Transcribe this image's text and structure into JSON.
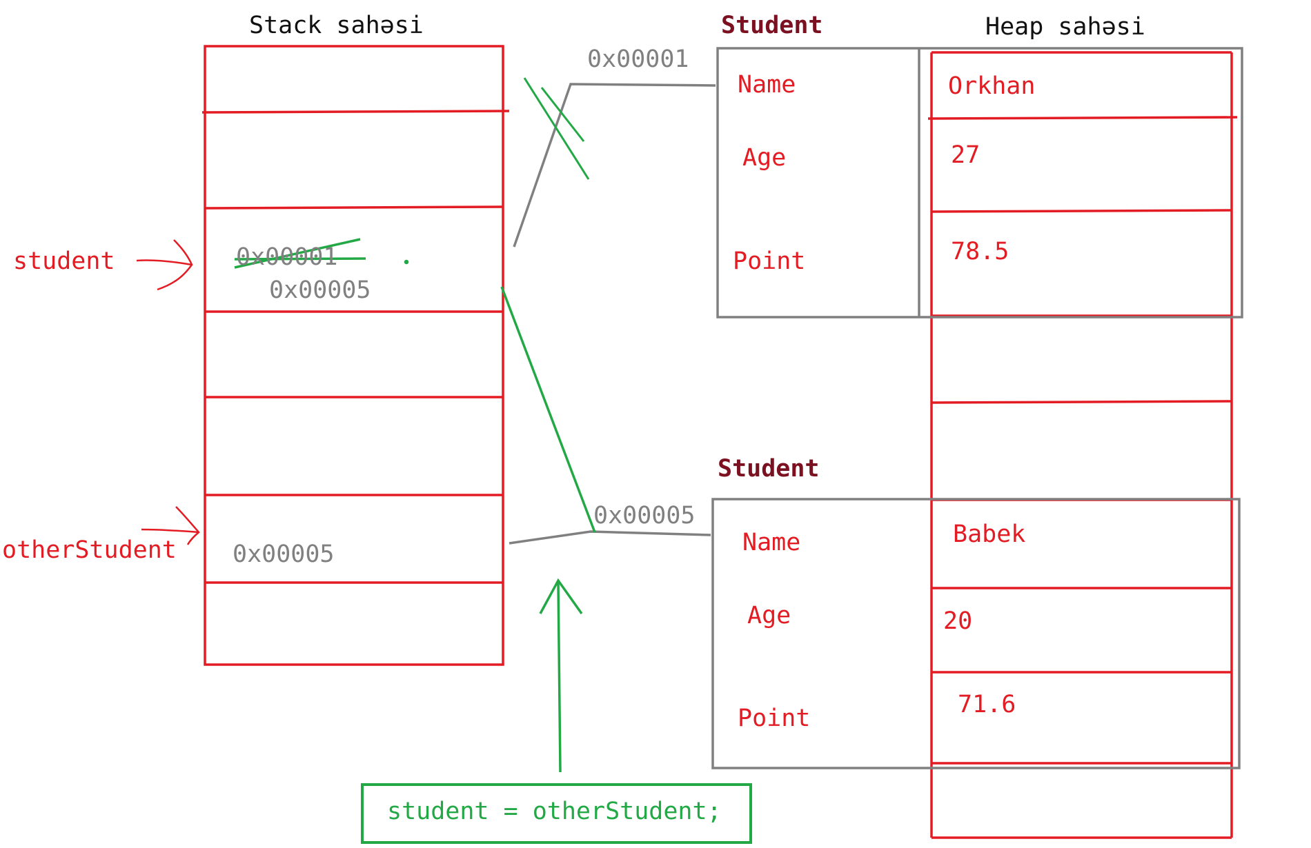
{
  "stack": {
    "title": "Stack sahəsi",
    "student_label": "student",
    "other_label": "otherStudent",
    "student_old_addr": "0x00001",
    "student_new_addr": "0x00005",
    "other_addr": "0x00005"
  },
  "heap": {
    "title": "Heap sahəsi"
  },
  "objects": [
    {
      "class_name": "Student",
      "address": "0x00001",
      "fields": [
        "Name",
        "Age",
        "Point"
      ],
      "values": [
        "Orkhan",
        "27",
        "78.5"
      ]
    },
    {
      "class_name": "Student",
      "address": "0x00005",
      "fields": [
        "Name",
        "Age",
        "Point"
      ],
      "values": [
        "Babek",
        "20",
        "71.6"
      ]
    }
  ],
  "assignment": "student = otherStudent;",
  "colors": {
    "red": "#e31b23",
    "gray": "#808080",
    "green": "#22a845",
    "class": "#7a1020"
  }
}
